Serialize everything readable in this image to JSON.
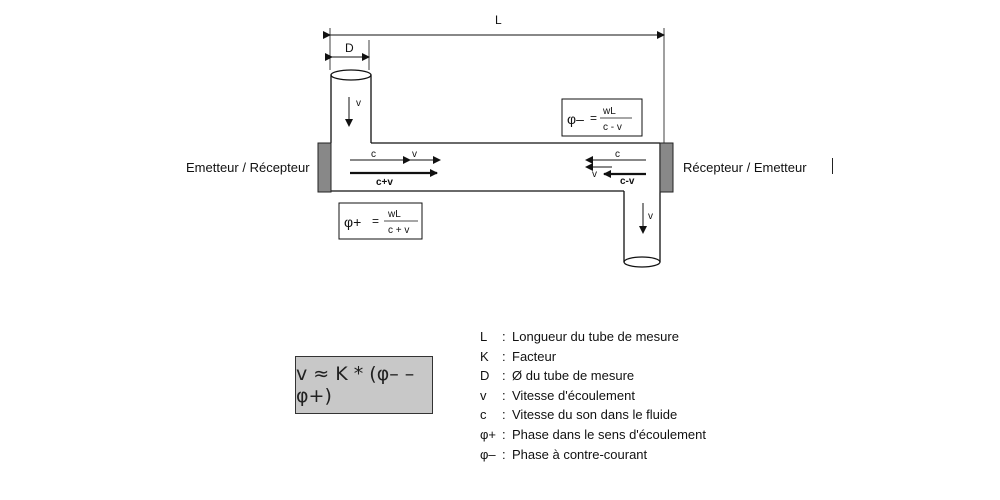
{
  "labels": {
    "length": "L",
    "diameter": "D",
    "emitter_left": "Emetteur / Récepteur",
    "receiver_right": "Récepteur / Emetteur",
    "v_left": "v",
    "v_right": "v",
    "upper_c": "c",
    "upper_v": "v",
    "upper_cv": "c+v",
    "lower_c": "c",
    "lower_v": "v",
    "lower_cv": "c-v"
  },
  "formulas": {
    "phi_minus": {
      "symbol": "φ–",
      "eq": "=",
      "num": "wL",
      "den": "c - v"
    },
    "phi_plus": {
      "symbol": "φ+",
      "eq": "=",
      "num": "wL",
      "den": "c + v"
    },
    "main": "v ≈ K * (φ– – φ+)"
  },
  "legend": [
    {
      "sym": "L",
      "sep": ":",
      "text": "Longueur du tube de mesure"
    },
    {
      "sym": "K",
      "sep": ":",
      "text": "Facteur"
    },
    {
      "sym": "D",
      "sep": ":",
      "text": "Ø du tube de mesure"
    },
    {
      "sym": "v",
      "sep": ":",
      "text": "Vitesse d'écoulement"
    },
    {
      "sym": "c",
      "sep": ":",
      "text": "Vitesse du son dans le fluide"
    },
    {
      "sym": "φ+",
      "sep": ":",
      "text": "Phase dans le sens d'écoulement"
    },
    {
      "sym": "φ–",
      "sep": ":",
      "text": "Phase à contre-courant"
    }
  ],
  "colors": {
    "transducer": "#888888",
    "formula_box": "#c8c8c8",
    "line": "#111111"
  }
}
